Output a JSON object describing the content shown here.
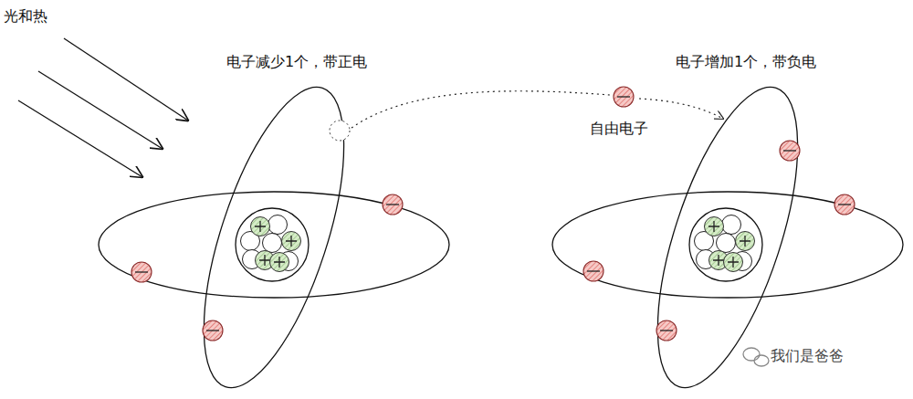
{
  "diagram": {
    "labels": [
      "光和热",
      "电子减少1个，带正电",
      "自由电子",
      "电子增加1个，带负电",
      "我们是爸爸"
    ]
  }
}
